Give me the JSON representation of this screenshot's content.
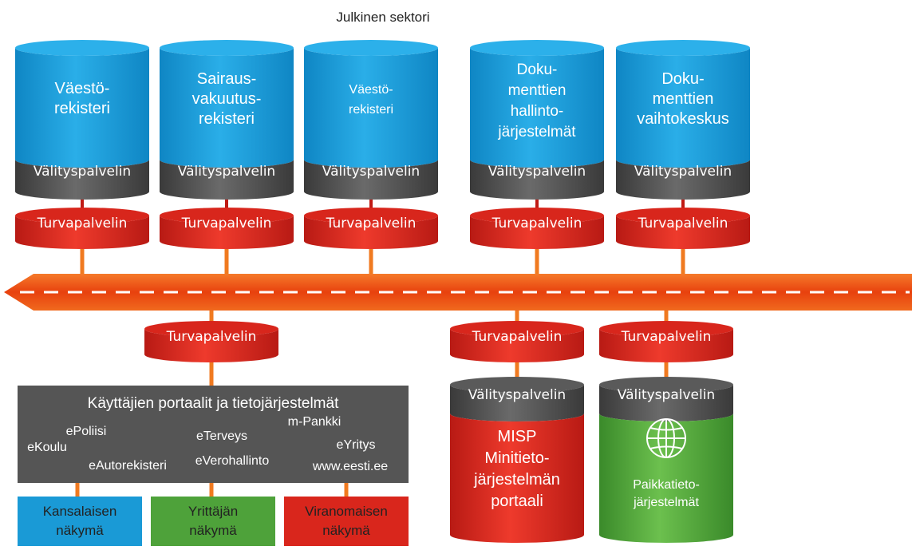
{
  "title": "Julkinen sektori",
  "relay_label": "Välityspalvelin",
  "security_label": "Turvapalvelin",
  "top_databases": [
    {
      "lines": [
        "Väestö-",
        "rekisteri"
      ]
    },
    {
      "lines": [
        "Sairaus-",
        "vakuutus-",
        "rekisteri"
      ]
    },
    {
      "lines": [
        "Väestö-",
        "rekisteri"
      ]
    },
    {
      "lines": [
        "Doku-",
        "menttien",
        "hallinto-",
        "järjestelmät"
      ]
    },
    {
      "lines": [
        "Doku-",
        "menttien",
        "vaihtokeskus"
      ]
    }
  ],
  "portals": {
    "title": "Käyttäjien portaalit ja tietojärjestelmät",
    "items": [
      "ePoliisi",
      "eKoulu",
      "eAutorekisteri",
      "eTerveys",
      "eVerohallinto",
      "m-Pankki",
      "eYritys",
      "www.eesti.ee"
    ]
  },
  "views": [
    {
      "lines": [
        "Kansalaisen",
        "näkymä"
      ],
      "color": "#1a9ad6"
    },
    {
      "lines": [
        "Yrittäjän",
        "näkymä"
      ],
      "color": "#4ea23a"
    },
    {
      "lines": [
        "Viranomaisen",
        "näkymä"
      ],
      "color": "#d9261c"
    }
  ],
  "bottom_systems": [
    {
      "lines": [
        "MISP",
        "Minitieto-",
        "järjestelmän",
        "portaali"
      ],
      "color": "#d9261c"
    },
    {
      "lines": [
        "Paikkatieto-",
        "järjestelmät"
      ],
      "color": "#4ea23a",
      "icon": "globe-icon"
    }
  ],
  "colors": {
    "db_blue": "#1a9ad6",
    "relay_gray": "#4d4d4d",
    "security_red": "#d9261c",
    "bus_orange": "#f05a1a",
    "portal_gray": "#555555"
  }
}
